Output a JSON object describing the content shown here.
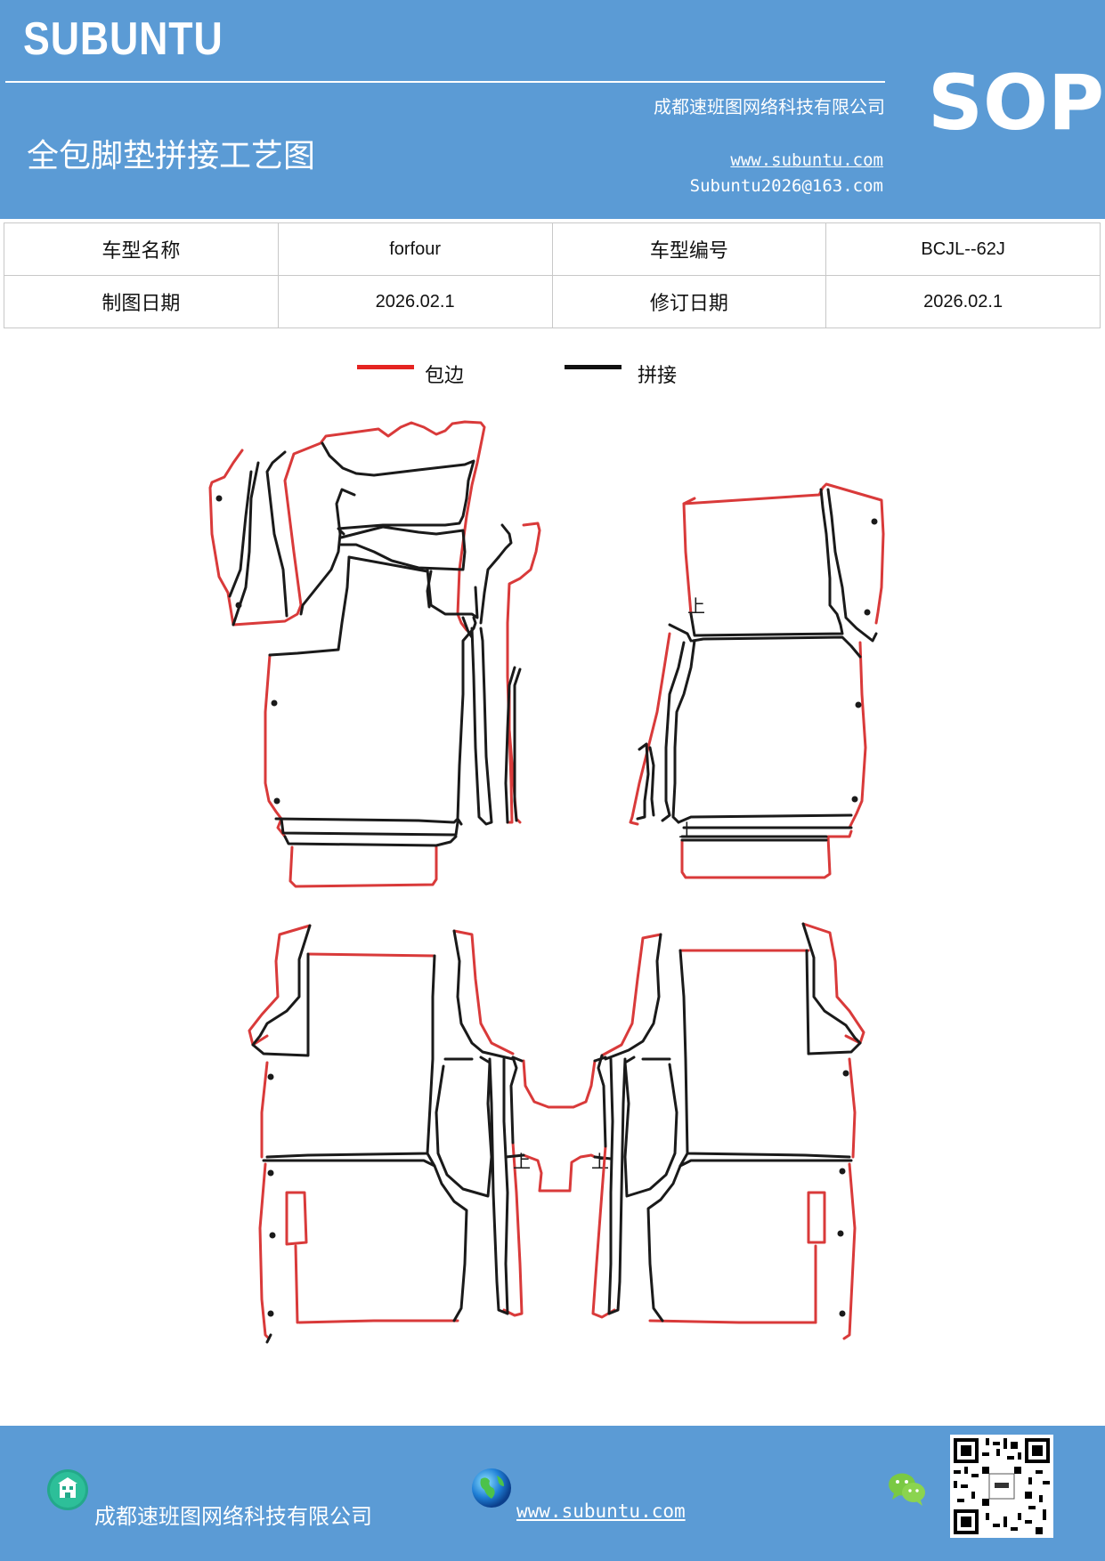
{
  "header": {
    "brand": "SUBUNTU",
    "company": "成都速班图网络科技有限公司",
    "title": "全包脚垫拼接工艺图",
    "website": "www.subuntu.com",
    "email": "Subuntu2026@163.com",
    "badge": "SOP"
  },
  "info_table": {
    "row1": {
      "label1": "车型名称",
      "value1": "forfour",
      "label2": "车型编号",
      "value2": "BCJL--62J"
    },
    "row2": {
      "label1": "制图日期",
      "value1": "2026.02.1",
      "label2": "修订日期",
      "value2": "2026.02.1"
    }
  },
  "legend": {
    "items": [
      {
        "label": "包边",
        "color": "#e52421"
      },
      {
        "label": "拼接",
        "color": "#111111"
      }
    ]
  },
  "diagram": {
    "up_marks": [
      "上",
      "上",
      "上",
      "上"
    ],
    "colors": {
      "edge": "#d93a3a",
      "seam": "#1a1a1a"
    }
  },
  "footer": {
    "company": "成都速班图网络科技有限公司",
    "website": "www.subuntu.com",
    "icons": [
      "building-icon",
      "globe-icon",
      "wechat-icon",
      "qr-code"
    ]
  }
}
